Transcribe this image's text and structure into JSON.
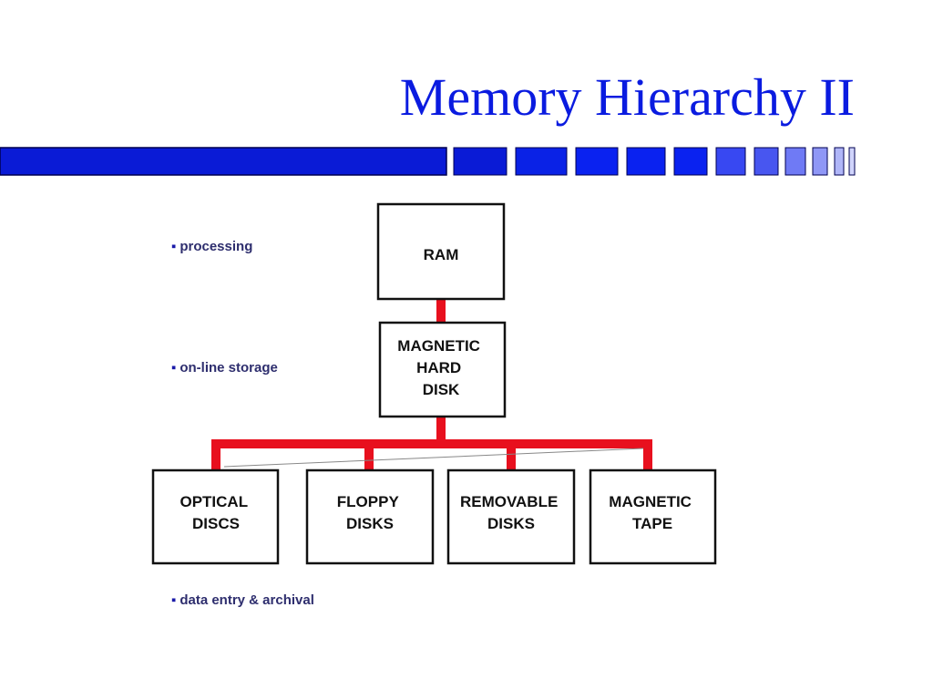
{
  "title": "Memory Hierarchy II",
  "colors": {
    "title": "#0a1be0",
    "bar_dark": "#0a1bd6",
    "bar_light": "#6f7af5",
    "connector": "#e8101e"
  },
  "bullets": {
    "processing": "processing",
    "online": "on-line storage",
    "archival": "data entry & archival"
  },
  "boxes": {
    "ram": [
      "RAM"
    ],
    "hard_disk": [
      "MAGNETIC",
      "HARD",
      "DISK"
    ],
    "optical": [
      "OPTICAL",
      "DISCS"
    ],
    "floppy": [
      "FLOPPY",
      "DISKS"
    ],
    "removable": [
      "REMOVABLE",
      "DISKS"
    ],
    "tape": [
      "MAGNETIC",
      "TAPE"
    ]
  }
}
